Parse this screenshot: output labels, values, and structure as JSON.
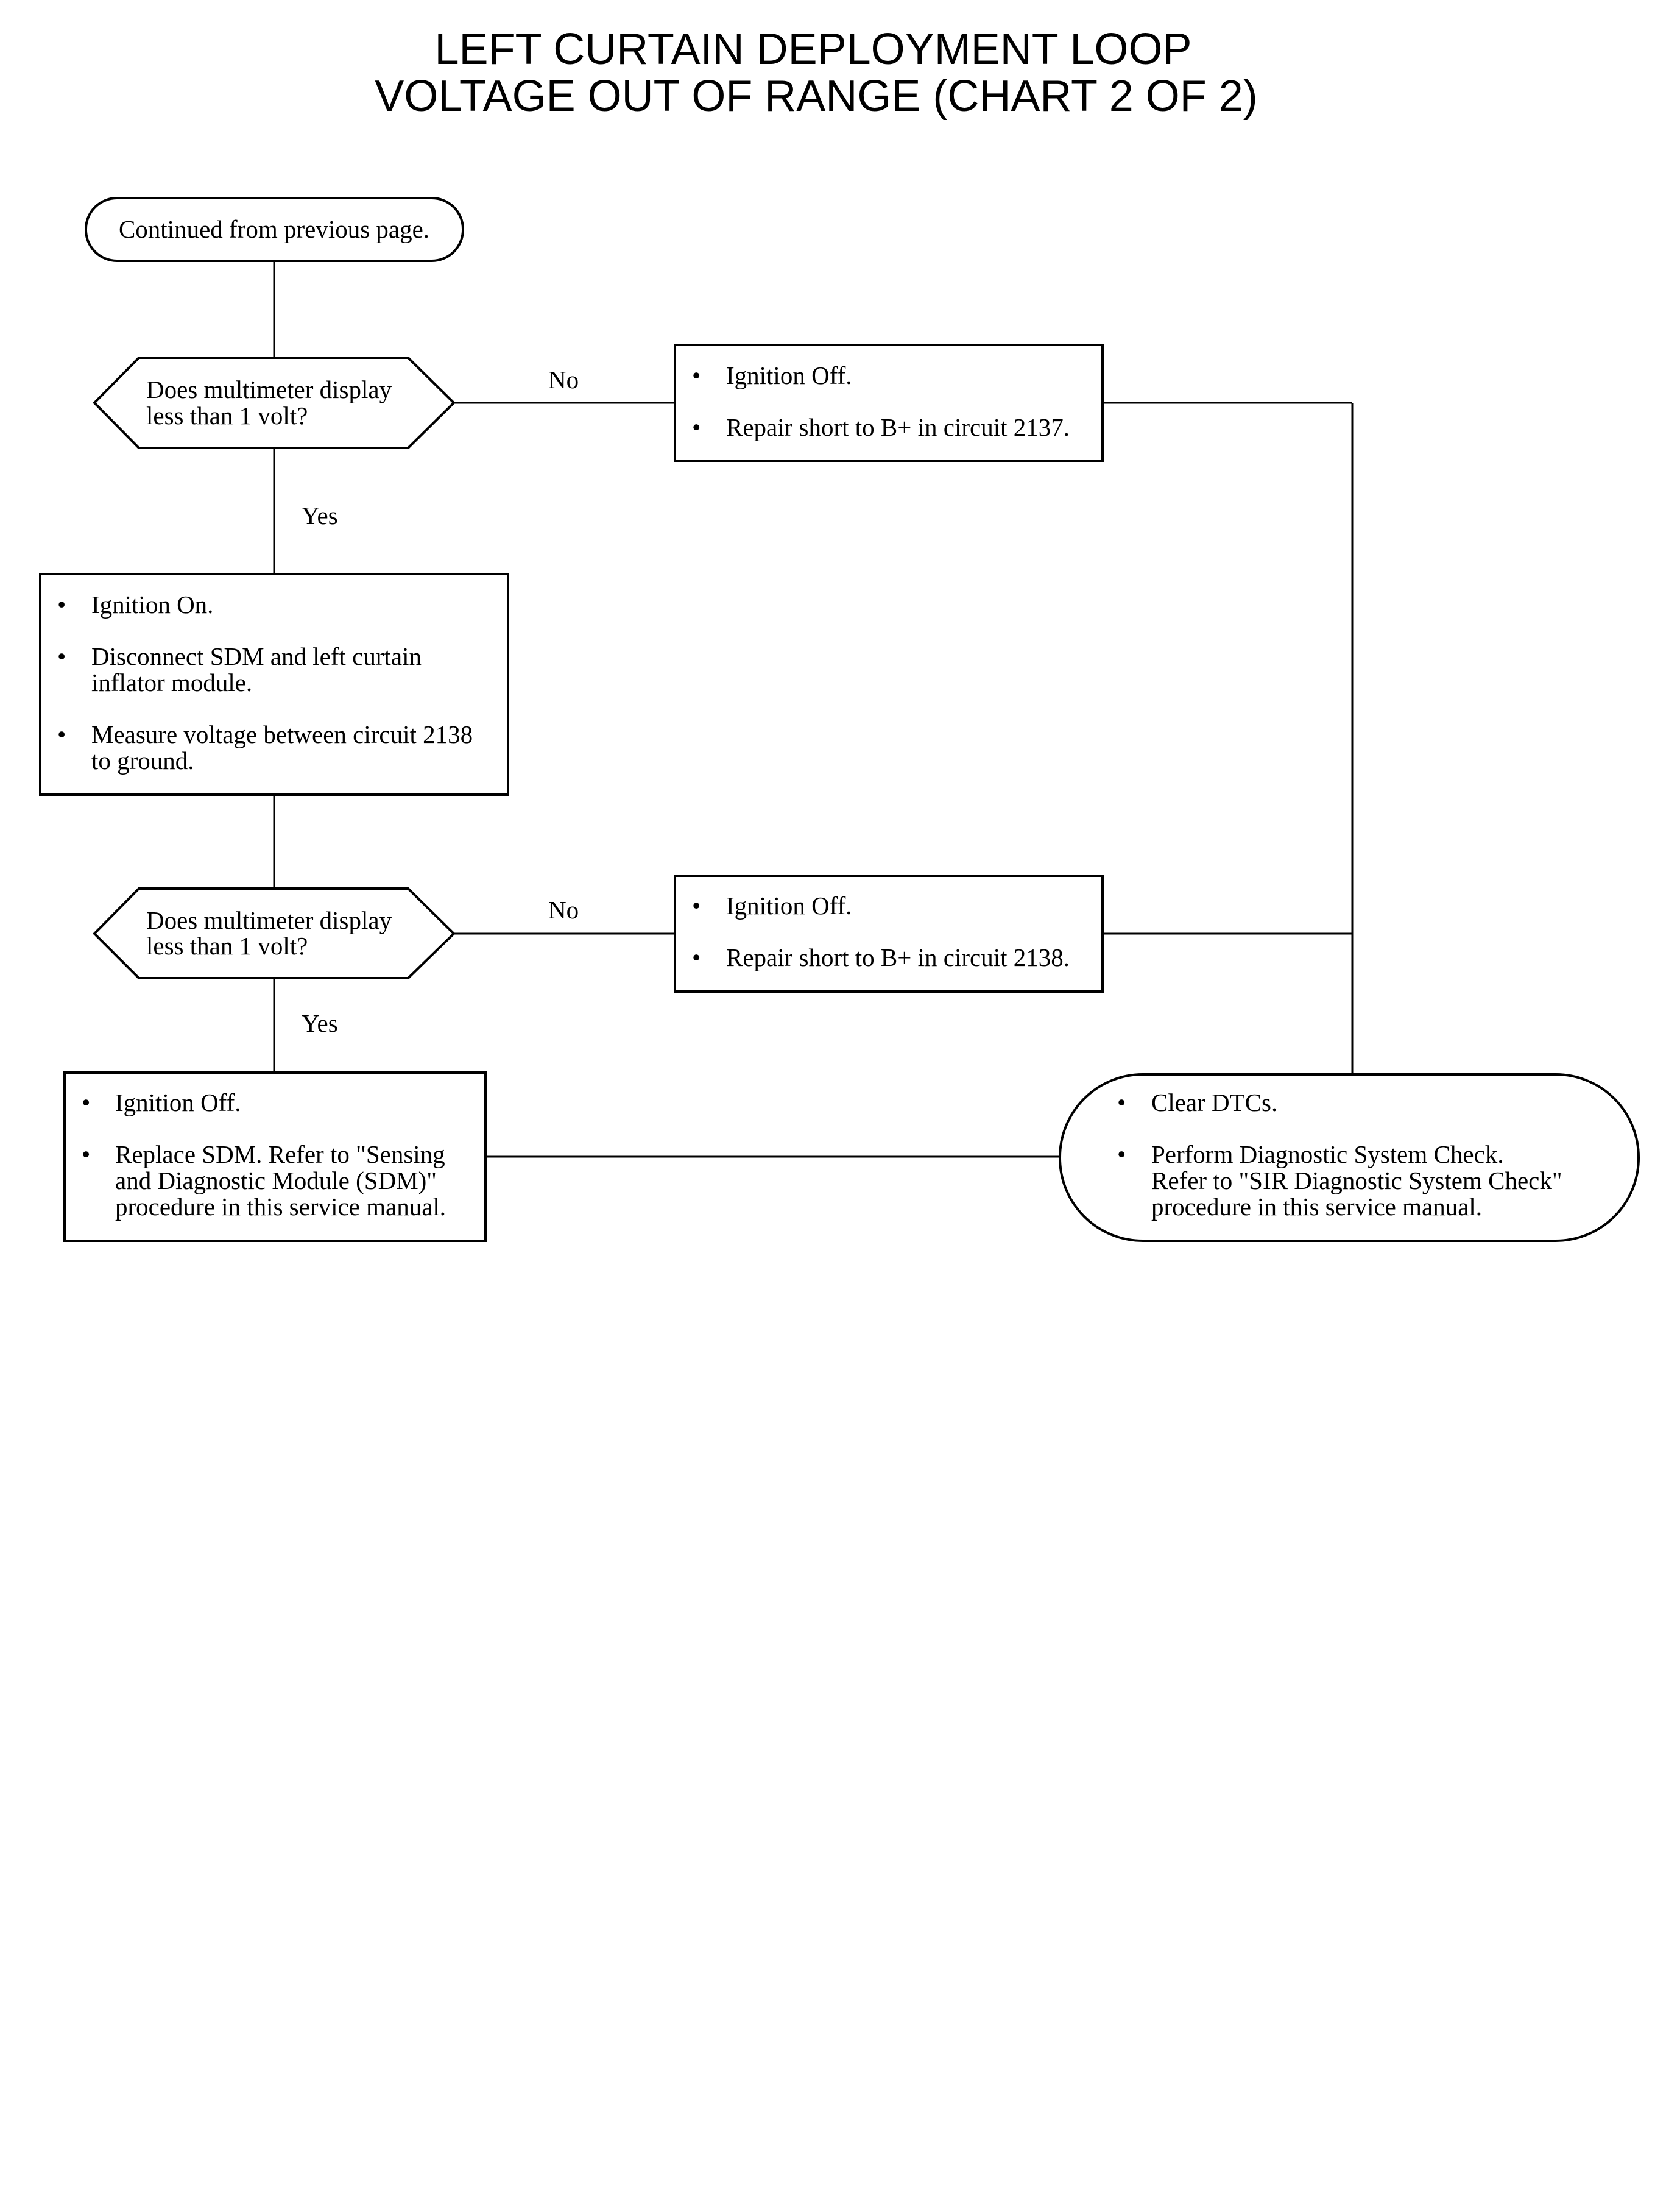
{
  "title": {
    "line1": "LEFT CURTAIN DEPLOYMENT LOOP",
    "line2": "VOLTAGE OUT OF RANGE (CHART 2 OF 2)"
  },
  "start": {
    "text": "Continued from previous page."
  },
  "decision1": {
    "line1": "Does multimeter display",
    "line2": "less than 1 volt?",
    "no_label": "No",
    "yes_label": "Yes"
  },
  "repair1": {
    "bullet": "•",
    "item1": "Ignition Off.",
    "item2": "Repair short to B+ in circuit 2137."
  },
  "measure": {
    "bullet": "•",
    "item1": "Ignition On.",
    "item2_line1": "Disconnect SDM and left curtain",
    "item2_line2": "inflator module.",
    "item3_line1": "Measure voltage between circuit 2138",
    "item3_line2": "to ground."
  },
  "decision2": {
    "line1": "Does multimeter display",
    "line2": "less than 1 volt?",
    "no_label": "No",
    "yes_label": "Yes"
  },
  "repair2": {
    "bullet": "•",
    "item1": "Ignition Off.",
    "item2": "Repair short to B+ in circuit 2138."
  },
  "replace": {
    "bullet": "•",
    "item1": "Ignition Off.",
    "item2_line1": "Replace SDM.  Refer to \"Sensing",
    "item2_line2": "and Diagnostic Module (SDM)\"",
    "item2_line3": "procedure in this service manual."
  },
  "end": {
    "bullet": "•",
    "item1": "Clear DTCs.",
    "item2_line1": "Perform Diagnostic System Check.",
    "item2_line2": "Refer to \"SIR Diagnostic System Check\"",
    "item2_line3": "procedure in this service manual."
  }
}
